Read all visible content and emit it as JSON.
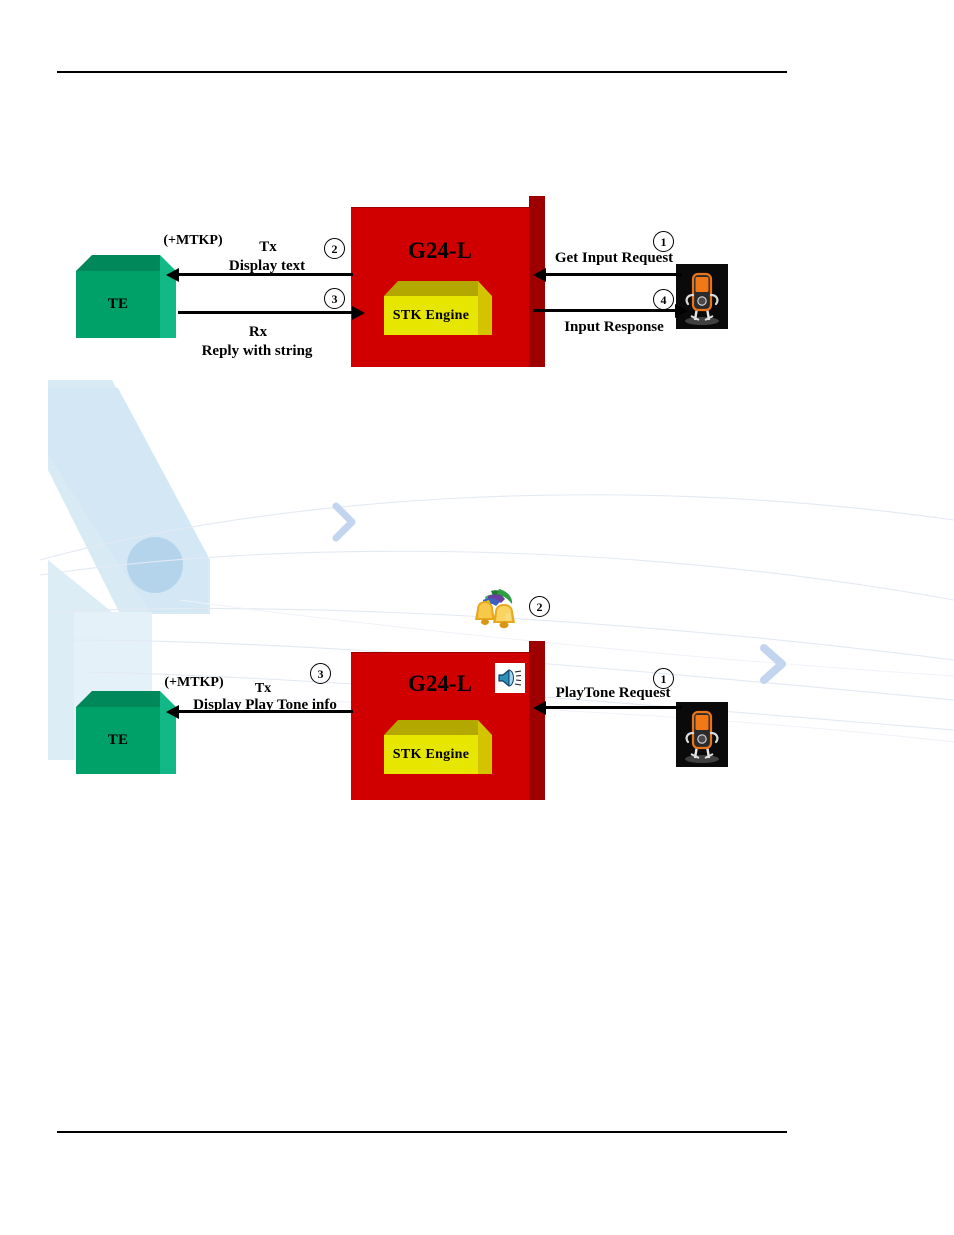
{
  "page": {
    "title": "STK flow diagrams",
    "header_rule": true,
    "footer_rule": true
  },
  "diagrams": [
    {
      "id": "get-input-flow",
      "name": "Get Input Request flow",
      "nodes": {
        "te": {
          "label": "TE",
          "name": "te-box"
        },
        "gateway": {
          "label": "G24-L",
          "name": "g24l-box"
        },
        "engine": {
          "label": "STK Engine",
          "name": "stk-engine-box"
        },
        "device": {
          "label": "mobile-device",
          "name": "mobile-device-icon"
        }
      },
      "flows": [
        {
          "step": "1",
          "label": "Get Input Request",
          "direction": "left",
          "from": "device",
          "to": "gateway"
        },
        {
          "step": "2",
          "label_top": "(+MTKP)",
          "label_mid": "Tx",
          "label_sub": "Display text",
          "direction": "left",
          "from": "gateway",
          "to": "te"
        },
        {
          "step": "3",
          "label_mid": "Rx",
          "label_sub": "Reply with string",
          "direction": "right",
          "from": "te",
          "to": "gateway"
        },
        {
          "step": "4",
          "label": "Input Response",
          "direction": "right",
          "from": "gateway",
          "to": "device"
        }
      ]
    },
    {
      "id": "play-tone-flow",
      "name": "PlayTone Request flow",
      "nodes": {
        "te": {
          "label": "TE",
          "name": "te-box"
        },
        "gateway": {
          "label": "G24-L",
          "name": "g24l-box"
        },
        "engine": {
          "label": "STK Engine",
          "name": "stk-engine-box"
        },
        "device": {
          "label": "mobile-device",
          "name": "mobile-device-icon"
        },
        "bells": {
          "label": "bells",
          "name": "bells-icon"
        },
        "speaker": {
          "label": "speaker",
          "name": "speaker-icon"
        }
      },
      "flows": [
        {
          "step": "1",
          "label": "PlayTone Request",
          "direction": "left",
          "from": "device",
          "to": "gateway"
        },
        {
          "step": "2",
          "label": "",
          "direction": "none",
          "from": "gateway",
          "to": "bells"
        },
        {
          "step": "3",
          "label_top": "(+MTKP)",
          "label_mid": "Tx",
          "label_sub": "Display Play Tone info",
          "direction": "left",
          "from": "gateway",
          "to": "te"
        }
      ]
    }
  ],
  "colors": {
    "gateway_front": "#D00000",
    "gateway_shade": "#9E0000",
    "te_front": "#00A069",
    "te_top": "#00875A",
    "te_right": "#12B886",
    "engine_front": "#E6E600",
    "engine_top": "#B3A800",
    "engine_right": "#D4C400",
    "device_bg": "#0a0a0a",
    "line": "#000000",
    "watermark": "#CFE6F2"
  }
}
